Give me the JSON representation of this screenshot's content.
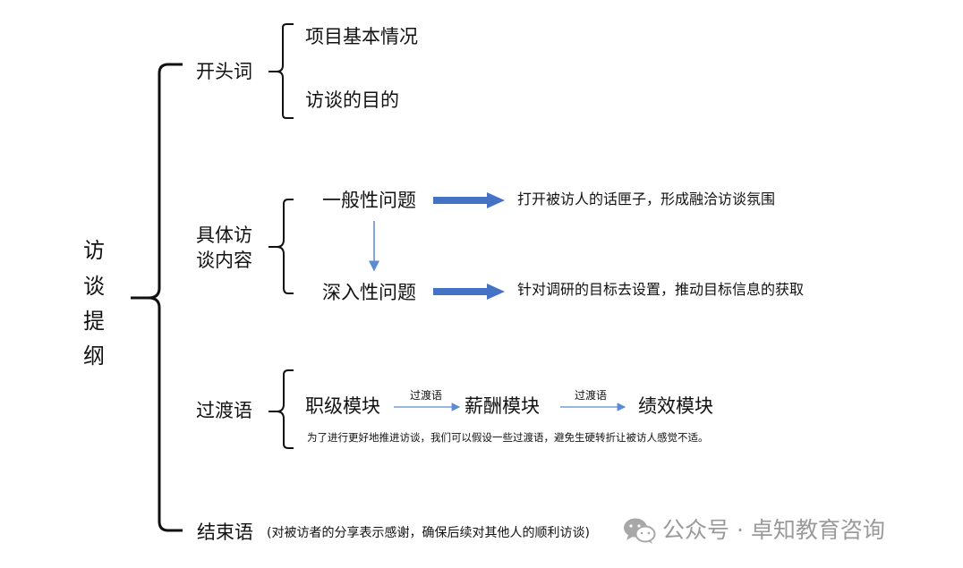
{
  "title_chars": [
    "访",
    "谈",
    "提",
    "纲"
  ],
  "opening": {
    "label": "开头词",
    "items": [
      "项目基本情况",
      "访谈的目的"
    ]
  },
  "content": {
    "label_line1": "具体访",
    "label_line2": "谈内容",
    "general": {
      "label": "一般性问题",
      "desc": "打开被访人的话匣子，形成融洽访谈氛围"
    },
    "deep": {
      "label": "深入性问题",
      "desc": "针对调研的目标去设置，推动目标信息的获取"
    }
  },
  "transition": {
    "label": "过渡语",
    "modules": [
      "职级模块",
      "薪酬模块",
      "绩效模块"
    ],
    "arrow_label": "过渡语",
    "note": "为了进行更好地推进访谈，我们可以假设一些过渡语，避免生硬转折让被访人感觉不适。"
  },
  "ending": {
    "label": "结束语",
    "note": "(对被访者的分享表示感谢，确保后续对其他人的顺利访谈)"
  },
  "watermark": {
    "text": "公众号 · 卓知教育咨询",
    "icon": "wechat-icon"
  },
  "colors": {
    "line": "#111111",
    "arrow_blue": "#4472c4",
    "thin_arrow": "#5b8bd0",
    "watermark": "#9a9a9a"
  }
}
